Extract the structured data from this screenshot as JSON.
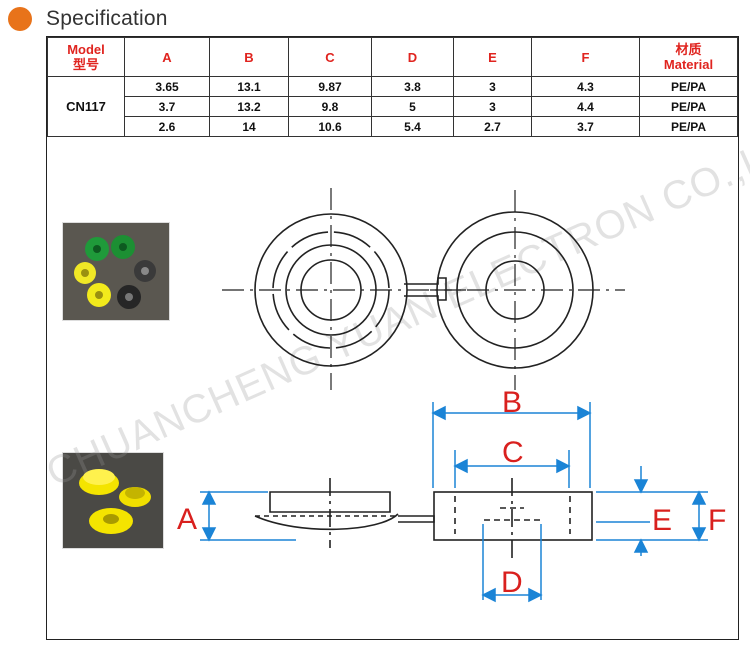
{
  "header": {
    "title": "Specification"
  },
  "table": {
    "headers": {
      "model": "Model",
      "model_cn": "型号",
      "a": "A",
      "b": "B",
      "c": "C",
      "d": "D",
      "e": "E",
      "f": "F",
      "material_cn": "材质",
      "material": "Material"
    },
    "model_value": "CN117",
    "rows": [
      {
        "a": "3.65",
        "b": "13.1",
        "c": "9.87",
        "d": "3.8",
        "e": "3",
        "f": "4.3",
        "material": "PE/PA"
      },
      {
        "a": "3.7",
        "b": "13.2",
        "c": "9.8",
        "d": "5",
        "e": "3",
        "f": "4.4",
        "material": "PE/PA"
      },
      {
        "a": "2.6",
        "b": "14",
        "c": "10.6",
        "d": "5.4",
        "e": "2.7",
        "f": "3.7",
        "material": "PE/PA"
      }
    ]
  },
  "drawing": {
    "labels": {
      "a": "A",
      "b": "B",
      "c": "C",
      "d": "D",
      "e": "E",
      "f": "F"
    }
  },
  "watermark": "CHUANCHENG YUAN ELECTRON CO.,LTD",
  "colors": {
    "accent": "#e8731a",
    "label_red": "#d9201e",
    "dimension_blue": "#1b84d6"
  }
}
